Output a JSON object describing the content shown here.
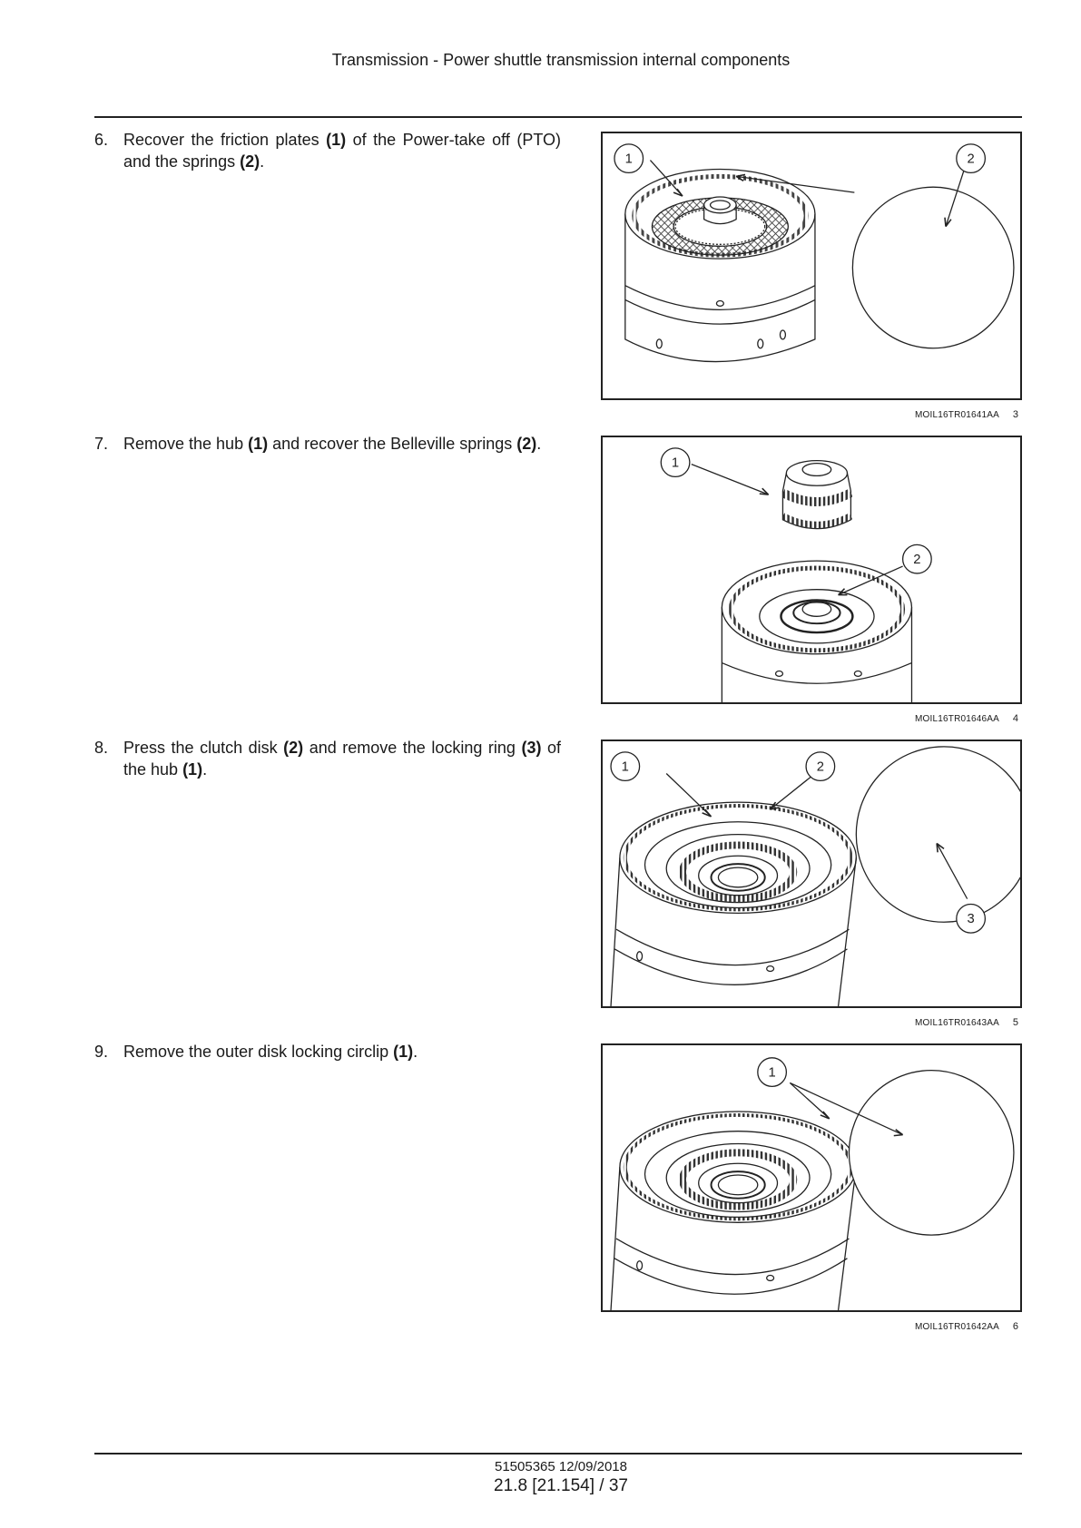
{
  "header": {
    "title": "Transmission - Power shuttle transmission internal components"
  },
  "steps": [
    {
      "num": "6.",
      "parts": [
        "Recover the friction plates ",
        "(1)",
        " of the Power-take off (PTO) and the springs ",
        "(2)",
        "."
      ]
    },
    {
      "num": "7.",
      "parts": [
        "Remove the hub ",
        "(1)",
        " and recover the Belleville springs ",
        "(2)",
        "."
      ]
    },
    {
      "num": "8.",
      "parts": [
        "Press the clutch disk ",
        "(2)",
        " and remove the locking ring ",
        "(3)",
        " of the hub ",
        "(1)",
        "."
      ]
    },
    {
      "num": "9.",
      "parts": [
        "Remove the outer disk locking circlip ",
        "(1)",
        "."
      ]
    }
  ],
  "figures": [
    {
      "code": "MOIL16TR01641AA",
      "number": "3",
      "callouts": [
        "1",
        "2"
      ]
    },
    {
      "code": "MOIL16TR01646AA",
      "number": "4",
      "callouts": [
        "1",
        "2"
      ]
    },
    {
      "code": "MOIL16TR01643AA",
      "number": "5",
      "callouts": [
        "1",
        "2",
        "3"
      ]
    },
    {
      "code": "MOIL16TR01642AA",
      "number": "6",
      "callouts": [
        "1"
      ]
    }
  ],
  "footer": {
    "code": "51505365 12/09/2018",
    "page": "21.8 [21.154] / 37"
  }
}
